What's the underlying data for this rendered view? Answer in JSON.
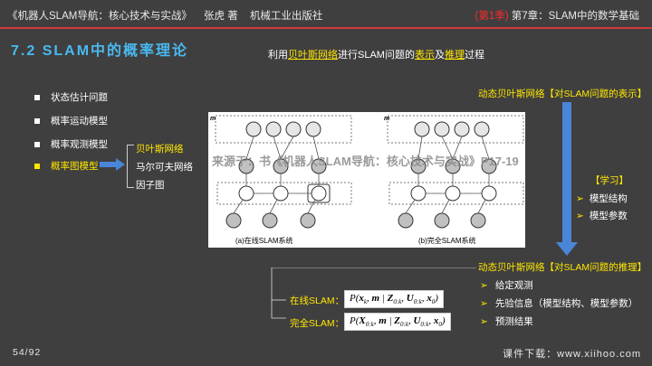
{
  "header": {
    "book_title": "《机器人SLAM导航：核心技术与实战》",
    "author": "张虎 著",
    "publisher": "机械工业出版社",
    "edition": "(第1季)",
    "chapter": "第7章：SLAM中的数学基础"
  },
  "slide": {
    "title": "7.2 SLAM中的概率理论",
    "subtitle_pre": "利用",
    "subtitle_key1": "贝叶斯网络",
    "subtitle_mid": "进行SLAM问题的",
    "subtitle_key2": "表示",
    "subtitle_and": "及",
    "subtitle_key3": "推理",
    "subtitle_post": "过程"
  },
  "bullets": [
    {
      "label": "状态估计问题"
    },
    {
      "label": "概率运动模型"
    },
    {
      "label": "概率观测模型"
    },
    {
      "label": "概率图模型"
    }
  ],
  "graph_models": [
    "贝叶斯网络",
    "马尔可夫网络",
    "因子图"
  ],
  "figure": {
    "caption_a": "(a)在线SLAM系统",
    "caption_b": "(b)完全SLAM系统",
    "watermark": "来源于：书《机器人SLAM导航：核心技术与实战》P17-19",
    "m_label": "m"
  },
  "right": {
    "top_label": "动态贝叶斯网络【对SLAM问题的表示】",
    "learn_title": "【学习】",
    "learn_items": [
      "模型结构",
      "模型参数"
    ],
    "bottom_label": "动态贝叶斯网络【对SLAM问题的推理】",
    "inference_items": [
      "给定观测",
      "先验信息（模型结构、模型参数）",
      "预测结果"
    ],
    "check_glyph": "➢"
  },
  "formulas": {
    "online_label": "在线SLAM：",
    "full_label": "完全SLAM："
  },
  "footer": {
    "page": "54/92",
    "download": "课件下载：www.xiihoo.com"
  }
}
